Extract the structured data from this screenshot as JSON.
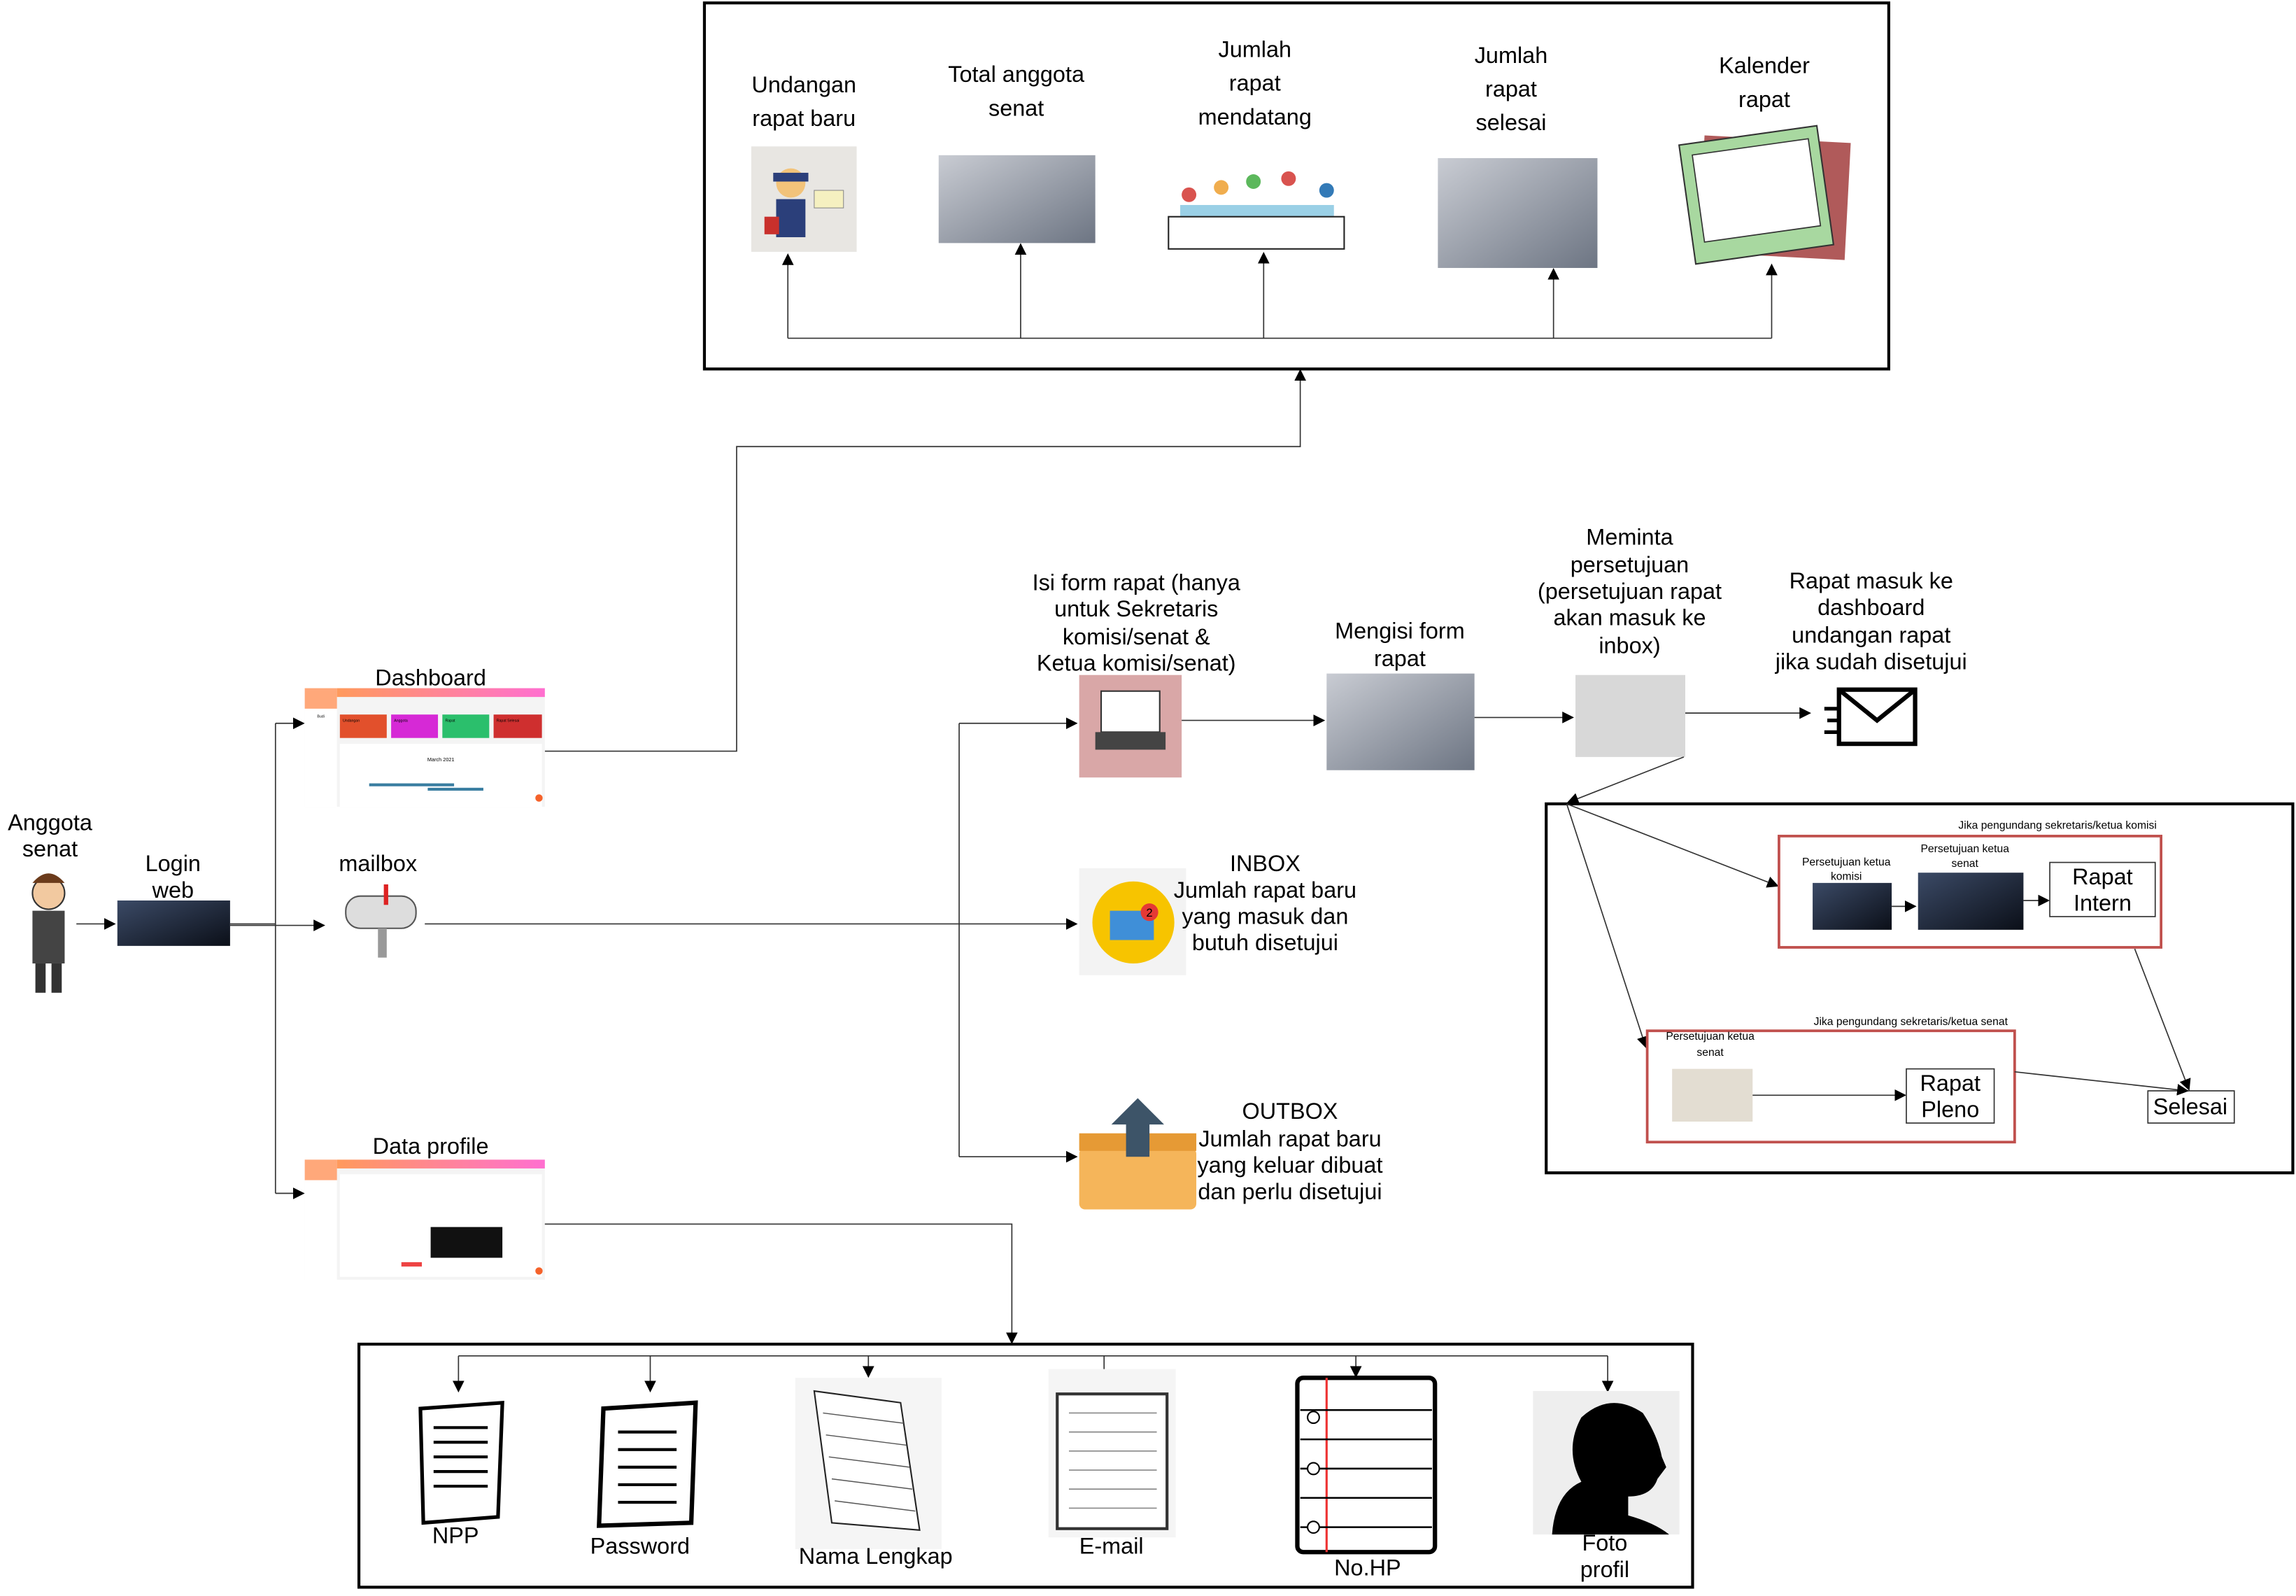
{
  "top_box": {
    "items": [
      {
        "lines": [
          "Undangan",
          "rapat baru"
        ],
        "icon": "postman-icon"
      },
      {
        "lines": [
          "Total anggota",
          "senat"
        ],
        "icon": "business-meeting-photo"
      },
      {
        "lines": [
          "Jumlah",
          "rapat",
          "mendatang"
        ],
        "icon": "meeting-table-icon"
      },
      {
        "lines": [
          "Jumlah",
          "rapat",
          "selesai"
        ],
        "icon": "handshake-photo"
      },
      {
        "lines": [
          "Kalender",
          "rapat"
        ],
        "icon": "calendar-icon"
      }
    ]
  },
  "actor": {
    "lines": [
      "Anggota",
      "senat"
    ]
  },
  "login": {
    "lines": [
      "Login",
      "web"
    ]
  },
  "dashboard": {
    "label": "Dashboard",
    "user": "Budi",
    "cards": [
      "Undangan",
      "Anggota",
      "Rapat",
      "Rapat Selesai"
    ],
    "calendar_title": "March 2021"
  },
  "mailbox": {
    "label": "mailbox"
  },
  "data_profile": {
    "label": "Data profile"
  },
  "inbox": {
    "lines": [
      "INBOX",
      "Jumlah rapat baru",
      "yang masuk dan",
      "butuh disetujui"
    ],
    "badge": "2"
  },
  "outbox": {
    "lines": [
      "OUTBOX",
      "Jumlah rapat baru",
      "yang keluar dibuat",
      "dan perlu disetujui"
    ]
  },
  "flow": {
    "isi_form": [
      "Isi form rapat (hanya",
      "untuk Sekretaris",
      "komisi/senat &",
      "Ketua komisi/senat)"
    ],
    "mengisi_form": [
      "Mengisi form",
      "rapat"
    ],
    "meminta": [
      "Meminta",
      "persetujuan",
      "(persetujuan rapat",
      "akan masuk ke",
      "inbox)"
    ],
    "rapat_masuk": [
      "Rapat masuk ke",
      "dashboard",
      "undangan rapat",
      "jika sudah disetujui"
    ]
  },
  "approval": {
    "komisi_title": "Jika pengundang sekretaris/ketua komisi",
    "komisi_step1": [
      "Persetujuan ketua",
      "komisi"
    ],
    "komisi_step2": [
      "Persetujuan ketua",
      "senat"
    ],
    "rapat_intern": [
      "Rapat",
      "Intern"
    ],
    "senat_title": "Jika pengundang sekretaris/ketua senat",
    "senat_step1": [
      "Persetujuan ketua",
      "senat"
    ],
    "rapat_pleno": [
      "Rapat",
      "Pleno"
    ],
    "selesai": "Selesai"
  },
  "profile_fields": [
    {
      "lines": [
        "NPP"
      ]
    },
    {
      "lines": [
        "Password"
      ]
    },
    {
      "lines": [
        "Nama Lengkap"
      ]
    },
    {
      "lines": [
        "E-mail"
      ]
    },
    {
      "lines": [
        "No.HP"
      ]
    },
    {
      "lines": [
        "Foto",
        "profil"
      ]
    }
  ],
  "colors": {
    "accent_red": "#c0504d",
    "dashboard_gradient_start": "#ff9a5c",
    "dashboard_gradient_end": "#ff6fd0"
  }
}
